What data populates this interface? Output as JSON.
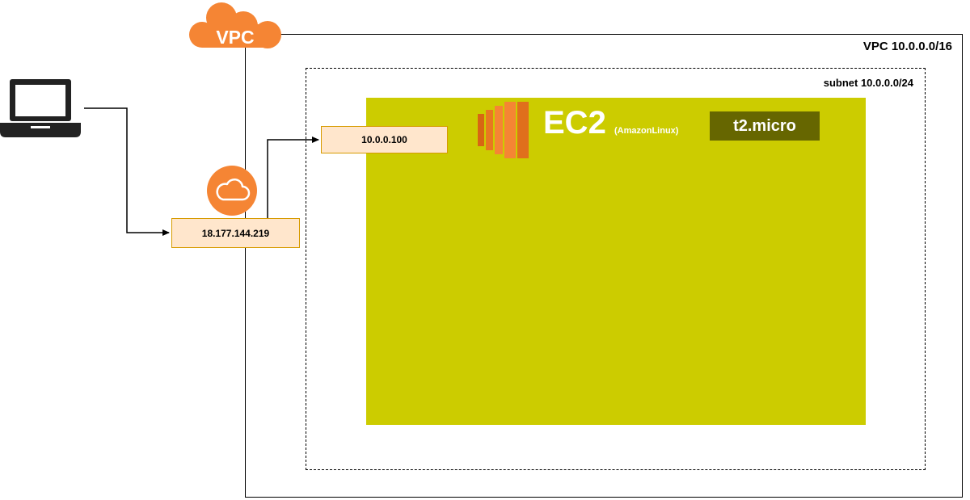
{
  "vpc": {
    "badge_label": "VPC",
    "label": "VPC 10.0.0.0/16"
  },
  "subnet": {
    "label": "subnet  10.0.0.0/24"
  },
  "ec2": {
    "title": "EC2",
    "subtitle": "(AmazonLinux)",
    "instance_type": "t2.micro"
  },
  "network": {
    "public_ip": "18.177.144.219",
    "private_ip": "10.0.0.100"
  },
  "icons": {
    "client": "laptop-icon",
    "vpc": "vpc-cloud-icon",
    "gateway": "internet-gateway-icon",
    "ec2": "ec2-instance-icon"
  },
  "colors": {
    "aws_orange": "#f58534",
    "ec2_area": "#cccc00",
    "instance_badge": "#666600",
    "ip_fill": "#ffe6cc",
    "ip_border": "#d79b00"
  }
}
